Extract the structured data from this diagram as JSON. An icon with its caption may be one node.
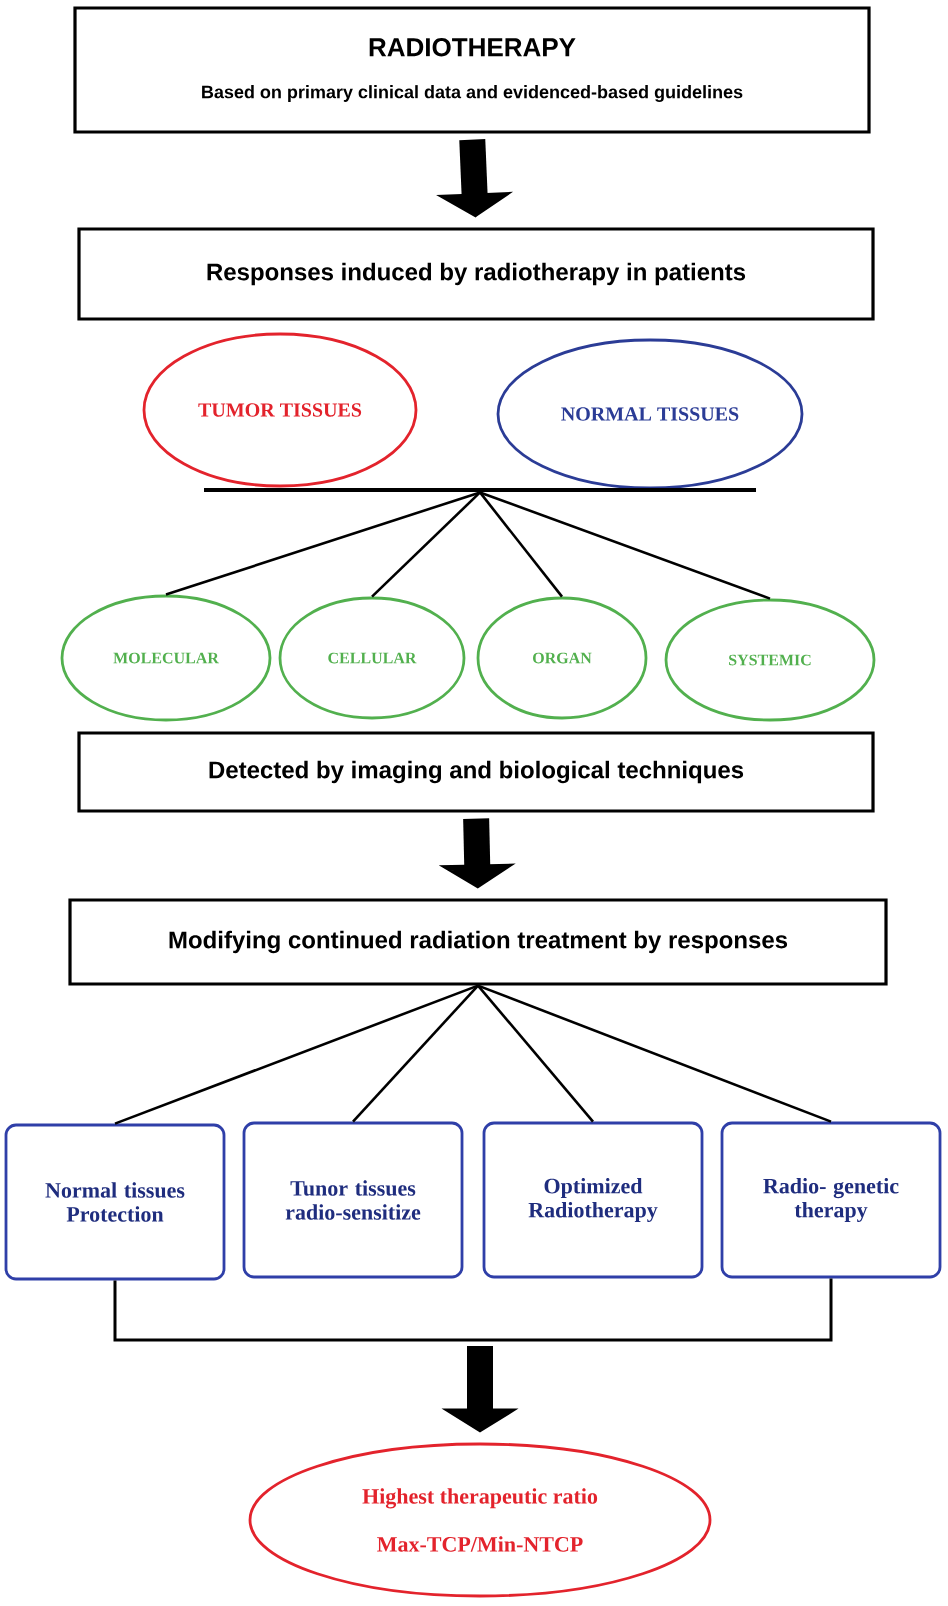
{
  "diagram": {
    "nodes": [
      {
        "text": [
          "RADIOTHERAPY",
          "Based on primary clinical data and evidenced-based guidelines"
        ]
      },
      {
        "text": [
          "Responses induced by radiotherapy in patients"
        ]
      },
      {
        "text": [
          "TUMOR TISSUES"
        ]
      },
      {
        "text": [
          "NORMAL TISSUES"
        ]
      },
      {
        "text": [],
        "shape": "bar"
      },
      {
        "text": [
          "MOLECULAR"
        ]
      },
      {
        "text": [
          "CELLULAR"
        ]
      },
      {
        "text": [
          "ORGAN"
        ]
      },
      {
        "text": [
          "SYSTEMIC"
        ]
      },
      {
        "text": [
          "Detected by imaging and biological techniques"
        ]
      },
      {
        "text": [
          "Modifying continued radiation treatment by responses"
        ]
      },
      {
        "text": [
          "Normal tissues Protection"
        ]
      },
      {
        "text": [
          "Tunor tissues radio-sensitize"
        ]
      },
      {
        "text": [
          "Optimized Radiotherapy"
        ]
      },
      {
        "text": [
          "Radio- genetic therapy"
        ]
      },
      {
        "text": [
          "Highest therapeutic ratio",
          "Max-TCP/Min-NTCP"
        ]
      }
    ],
    "edges": [
      {
        "from": 0,
        "to": 1,
        "arrow": "to",
        "style": "thick"
      },
      {
        "from": 4,
        "to": 5,
        "arrow": "none"
      },
      {
        "from": 4,
        "to": 6,
        "arrow": "none"
      },
      {
        "from": 4,
        "to": 7,
        "arrow": "none"
      },
      {
        "from": 4,
        "to": 8,
        "arrow": "none"
      },
      {
        "from": 9,
        "to": 10,
        "arrow": "to",
        "style": "thick"
      },
      {
        "from": 10,
        "to": 11,
        "arrow": "none"
      },
      {
        "from": 10,
        "to": 12,
        "arrow": "none"
      },
      {
        "from": 10,
        "to": 13,
        "arrow": "none"
      },
      {
        "from": 10,
        "to": 14,
        "arrow": "none"
      },
      {
        "from": 11,
        "to": 15,
        "arrow": "to"
      },
      {
        "from": 14,
        "to": 15,
        "arrow": "to"
      }
    ]
  }
}
